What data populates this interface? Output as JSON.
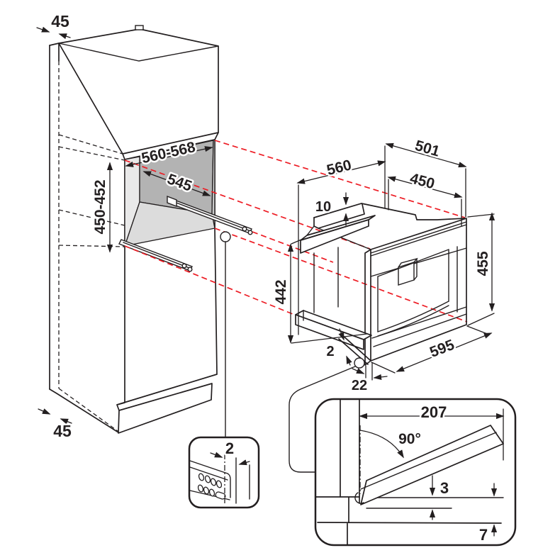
{
  "colors": {
    "line": "#231f20",
    "projection_red": "#ed1c24",
    "niche_back_gray": "#b3b3b3",
    "niche_floor_gray": "#dcdcdc",
    "niche_side_gray": "#c9c9c9",
    "niche_left_gray": "#e9e9e9"
  },
  "cabinet_dims": {
    "top_side_thickness": "45",
    "niche_width": "560-568",
    "niche_depth": "545",
    "niche_height": "450-452",
    "bottom_side_thickness": "45"
  },
  "appliance_dims": {
    "depth_total": "501",
    "width_top": "560",
    "depth_body": "450",
    "top_step": "10",
    "height_body": "442",
    "height_front": "455",
    "width_front": "595",
    "gap_front": "2",
    "front_overhang": "22"
  },
  "detail_small": {
    "gap": "2"
  },
  "detail_large": {
    "open_depth": "207",
    "angle": "90°",
    "gap_top": "3",
    "gap_bottom": "7"
  }
}
